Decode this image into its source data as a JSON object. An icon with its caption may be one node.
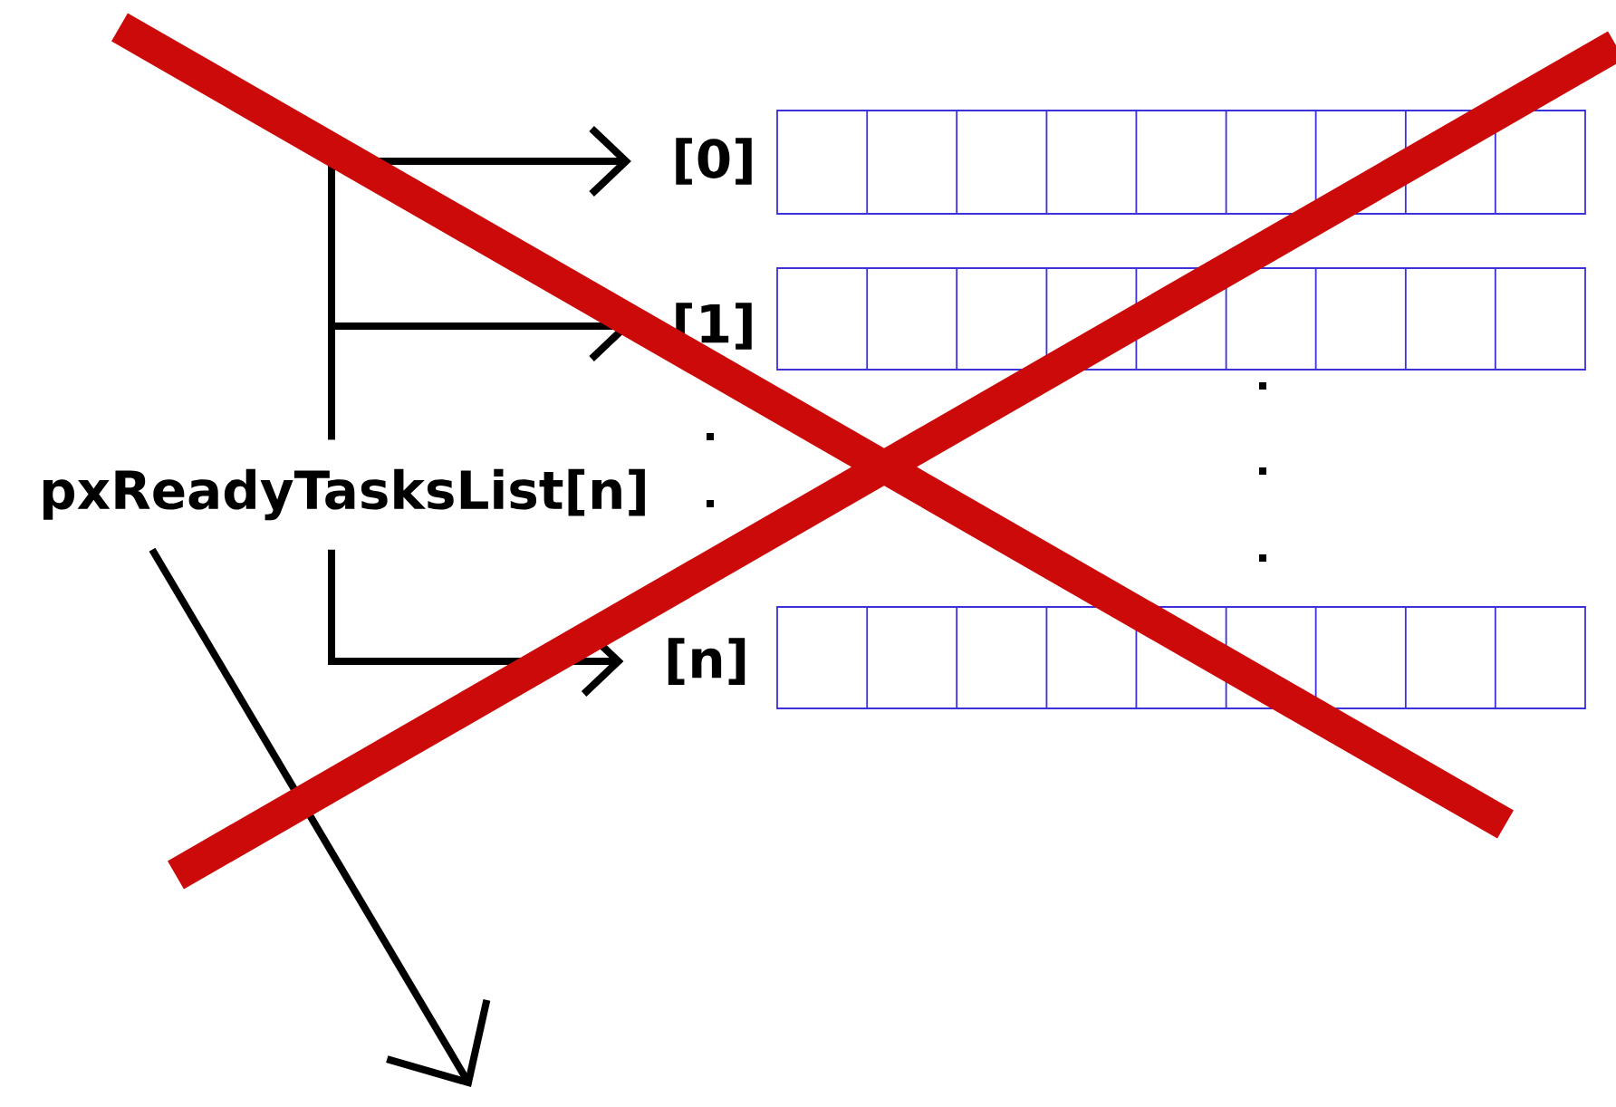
{
  "diagram": {
    "nodes": [
      {
        "text": [
          "pxReadyTasksList[n]"
        ]
      },
      {
        "text": [
          "[0]"
        ]
      },
      {
        "text": [
          "[1]"
        ]
      },
      {
        "text": [
          "[n]"
        ]
      }
    ],
    "edges": [
      {
        "from": 0,
        "to": 1,
        "arrow": "to"
      },
      {
        "from": 0,
        "to": 2,
        "arrow": "to"
      },
      {
        "from": 0,
        "to": 3,
        "arrow": "to"
      },
      {
        "from": 0,
        "to": null,
        "arrow": "to"
      }
    ]
  }
}
